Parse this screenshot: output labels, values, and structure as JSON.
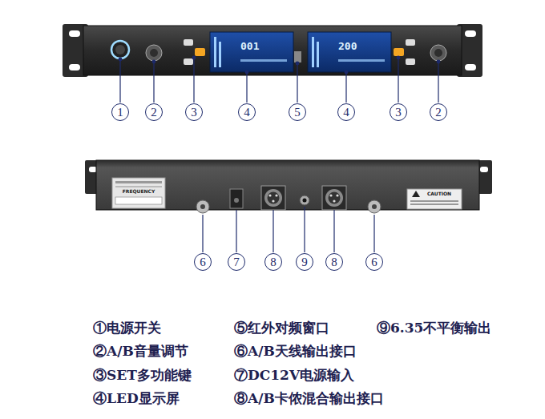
{
  "diagram": {
    "nodes": [
      {
        "text": [
          "1"
        ]
      },
      {
        "text": [
          "2"
        ]
      },
      {
        "text": [
          "3"
        ]
      },
      {
        "text": [
          "4"
        ]
      },
      {
        "text": [
          "5"
        ]
      },
      {
        "text": [
          "4"
        ]
      },
      {
        "text": [
          "3"
        ]
      },
      {
        "text": [
          "2"
        ]
      },
      {
        "text": [
          "6"
        ]
      },
      {
        "text": [
          "7"
        ]
      },
      {
        "text": [
          "8"
        ]
      },
      {
        "text": [
          "9"
        ]
      },
      {
        "text": [
          "8"
        ]
      },
      {
        "text": [
          "6"
        ]
      }
    ],
    "labels": [
      "001",
      "200",
      "FREQUENCY",
      "CAUTION",
      "①电源开关",
      "②A/B音量调节",
      "③SET多功能键",
      "④LED显示屏",
      "⑤红外对频窗口",
      "⑥A/B天线输出接口",
      "⑦DC12V电源输入",
      "⑧A/B卡侬混合输出接口",
      "⑨6.35不平衡输出"
    ]
  }
}
